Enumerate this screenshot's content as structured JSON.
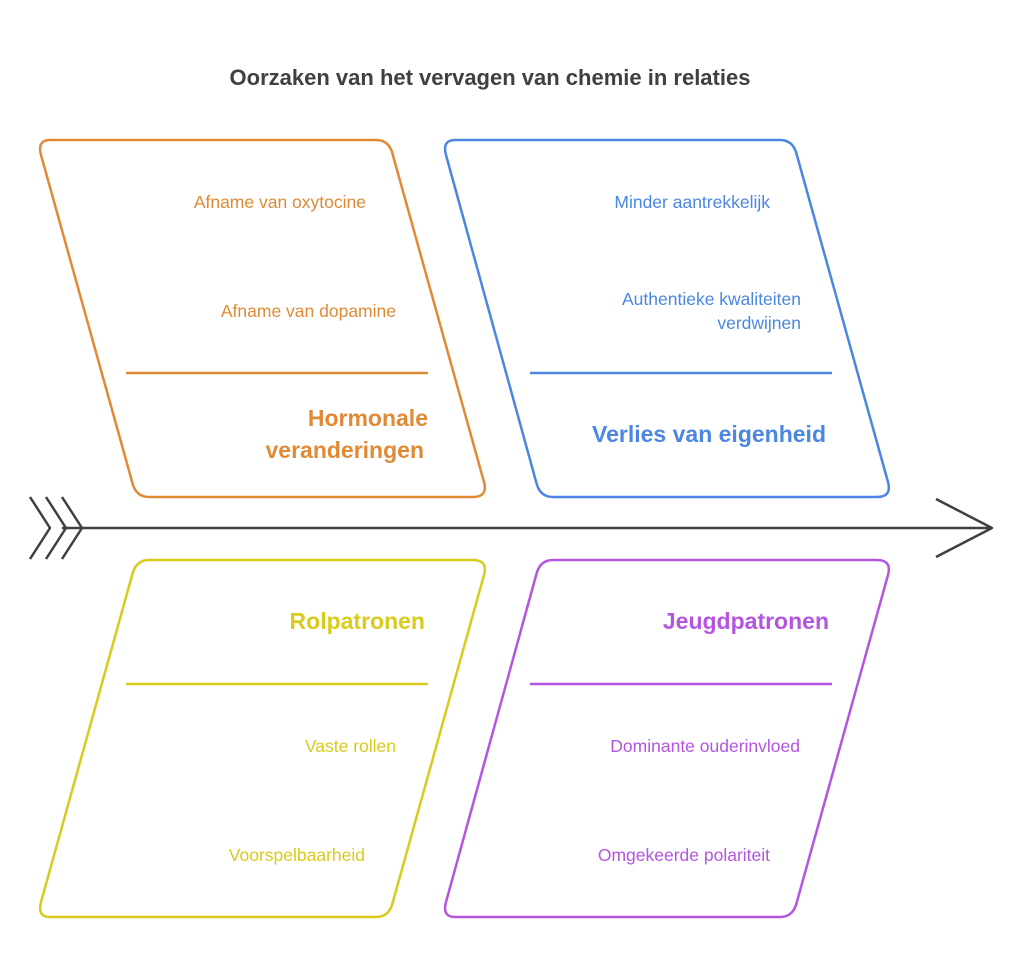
{
  "title": "Oorzaken van het vervagen van chemie in relaties",
  "colors": {
    "text_dark": "#404040",
    "spine": "#404040",
    "orange": "#E08A36",
    "blue": "#4A86E2",
    "yellow": "#D8CB1E",
    "purple": "#B455E0"
  },
  "categories": [
    {
      "id": "hormonal",
      "heading_lines": [
        "Hormonale",
        "veranderingen"
      ],
      "items": [
        {
          "lines": [
            "Afname van oxytocine"
          ]
        },
        {
          "lines": [
            "Afname van dopamine"
          ]
        }
      ],
      "color": "#E08A36"
    },
    {
      "id": "identity",
      "heading_lines": [
        "Verlies van eigenheid"
      ],
      "items": [
        {
          "lines": [
            "Minder aantrekkelijk"
          ]
        },
        {
          "lines": [
            "Authentieke kwaliteiten",
            "verdwijnen"
          ]
        }
      ],
      "color": "#4A86E2"
    },
    {
      "id": "roles",
      "heading_lines": [
        "Rolpatronen"
      ],
      "items": [
        {
          "lines": [
            "Vaste rollen"
          ]
        },
        {
          "lines": [
            "Voorspelbaarheid"
          ]
        }
      ],
      "color": "#D8CB1E"
    },
    {
      "id": "youth",
      "heading_lines": [
        "Jeugdpatronen"
      ],
      "items": [
        {
          "lines": [
            "Dominante ouderinvloed"
          ]
        },
        {
          "lines": [
            "Omgekeerde polariteit"
          ]
        }
      ],
      "color": "#B455E0"
    }
  ]
}
